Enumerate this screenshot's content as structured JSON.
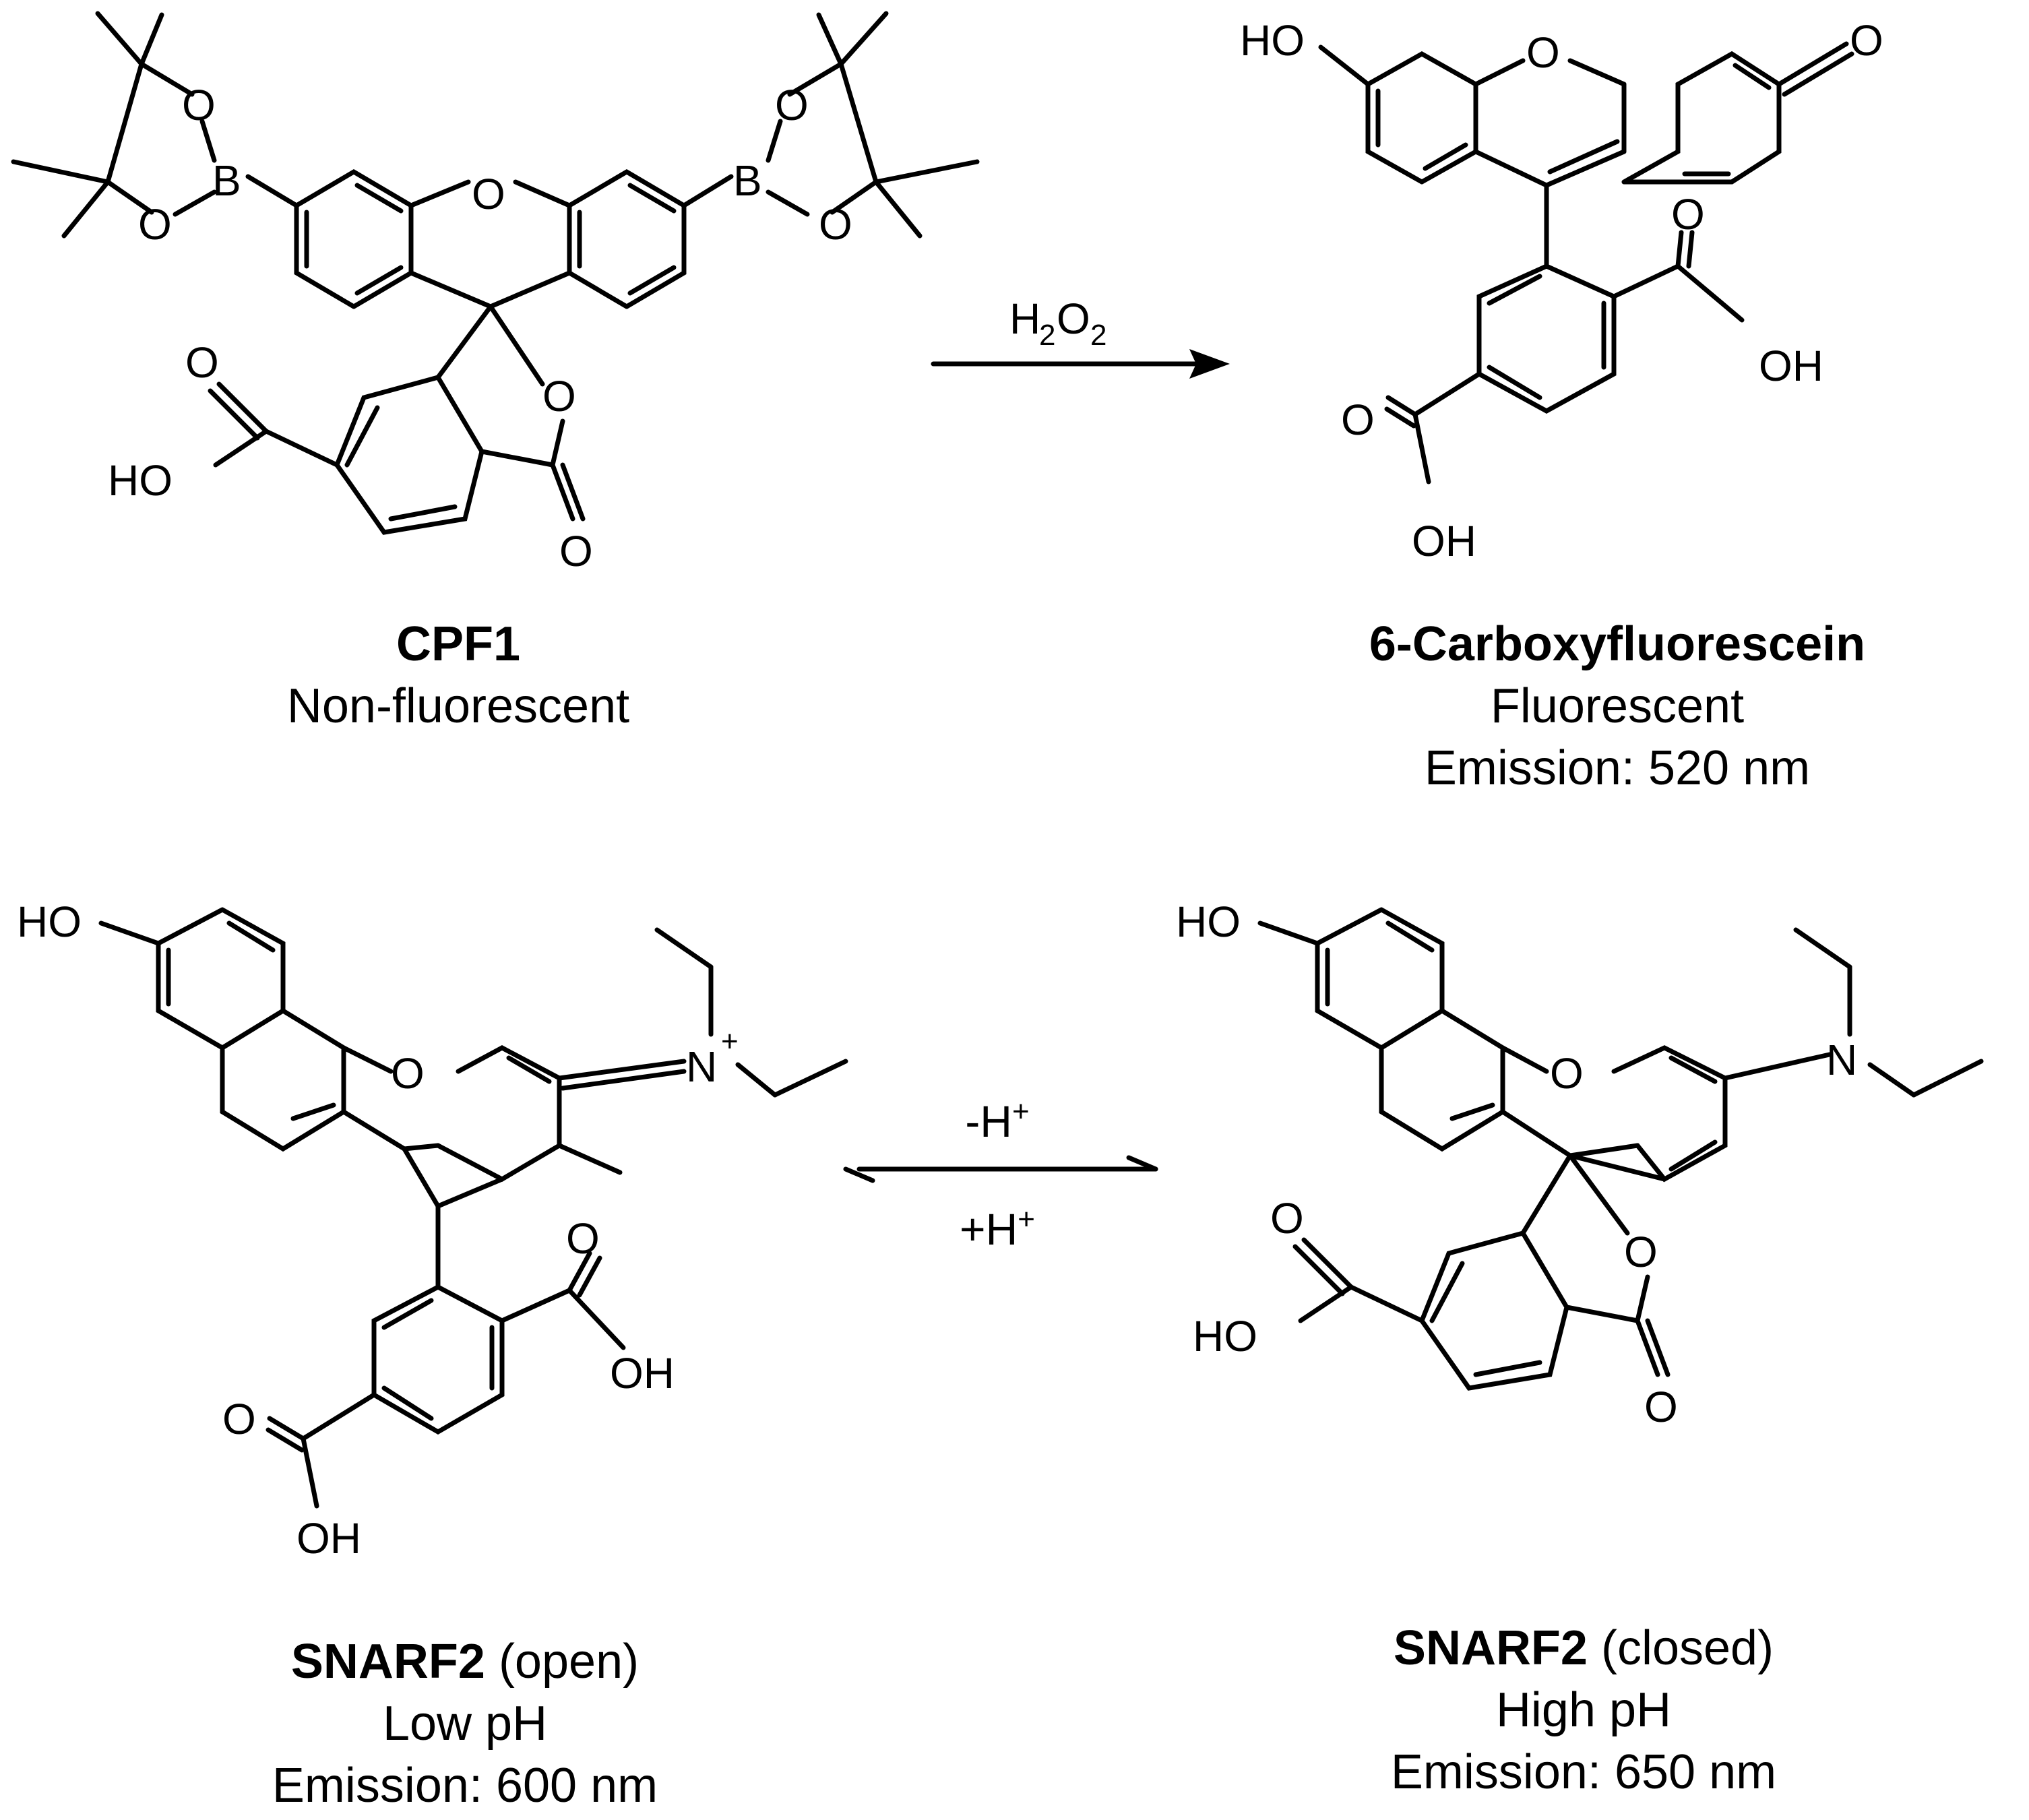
{
  "reaction1": {
    "reagent_parts": [
      "H",
      "2",
      "O",
      "2"
    ]
  },
  "reaction2": {
    "forward_parts": [
      "-H",
      "+"
    ],
    "reverse_parts": [
      "+H",
      "+"
    ]
  },
  "compounds": [
    {
      "name": "CPF1",
      "suffix": "",
      "lines": [
        "Non-fluorescent"
      ]
    },
    {
      "name": "6-Carboxyfluorescein",
      "suffix": "",
      "lines": [
        "Fluorescent",
        "Emission: 520 nm"
      ]
    },
    {
      "name": "SNARF2",
      "suffix": " (open)",
      "lines": [
        "Low pH",
        "Emission: 600 nm"
      ]
    },
    {
      "name": "SNARF2",
      "suffix": " (closed)",
      "lines": [
        "High pH",
        "Emission: 650 nm"
      ]
    }
  ],
  "atom_labels": {
    "O": "O",
    "B": "B",
    "N": "N",
    "HO": "HO",
    "OH": "OH",
    "plus": "+"
  }
}
